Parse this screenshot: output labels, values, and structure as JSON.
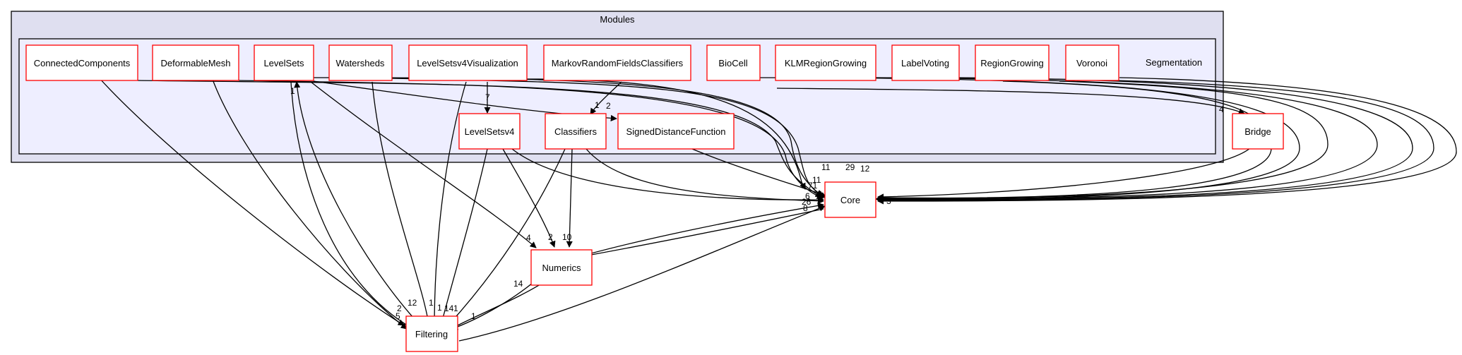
{
  "colors": {
    "outer_cluster_fill": "#dfdff0",
    "inner_cluster_fill": "#eeeeff",
    "cluster_stroke": "#000000",
    "node_stroke": "#ff0000",
    "node_fill": "#ffffff",
    "edge": "#000000"
  },
  "clusters": {
    "modules": "Modules",
    "segmentation": "Segmentation"
  },
  "nodes": {
    "connected_components": "ConnectedComponents",
    "deformable_mesh": "DeformableMesh",
    "level_sets": "LevelSets",
    "watersheds": "Watersheds",
    "level_sets_v4_visualization": "LevelSetsv4Visualization",
    "markov_random_fields_classifiers": "MarkovRandomFieldsClassifiers",
    "bio_cell": "BioCell",
    "klm_region_growing": "KLMRegionGrowing",
    "label_voting": "LabelVoting",
    "region_growing": "RegionGrowing",
    "voronoi": "Voronoi",
    "level_sets_v4": "LevelSetsv4",
    "classifiers": "Classifiers",
    "signed_distance_function": "SignedDistanceFunction",
    "bridge": "Bridge",
    "core": "Core",
    "numerics": "Numerics",
    "filtering": "Filtering"
  },
  "edge_labels": {
    "levelsets_from_filtering": "1",
    "lsv4vis_to_lsv4": "7",
    "to_classifiers": "1",
    "to_sdf": "2",
    "to_bridge": "4",
    "core_11": "11",
    "core_29": "29",
    "core_12": "12",
    "core_in_71": "71",
    "core_in_11": "11",
    "core_in_26": "26",
    "core_in_6": "6",
    "core_in_8": "8",
    "core_right": "3",
    "numerics_4": "4",
    "numerics_2": "2",
    "numerics_10": "10",
    "numerics_from_core": "2",
    "numerics_14": "14",
    "filtering_2": "2",
    "filtering_5": "5",
    "filtering_12": "12",
    "filtering_1a": "1",
    "filtering_1b": "1",
    "filtering_14": "14",
    "filtering_1c": "1",
    "filtering_out": "1"
  }
}
